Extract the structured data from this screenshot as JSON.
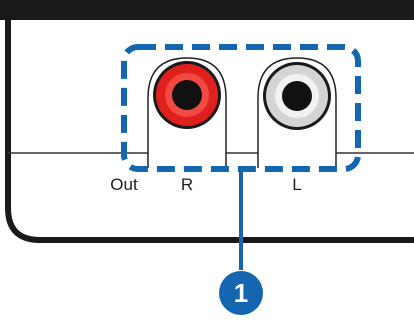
{
  "panel": {
    "output_label": "Out",
    "right_label": "R",
    "left_label": "L"
  },
  "callout": {
    "number": "1"
  },
  "colors": {
    "outline": "#1a1a1a",
    "callout_blue": "#1466b0",
    "right_jack_ring": "#e0201c",
    "left_jack_ring": "#c8c8c8",
    "jack_hole": "#111111"
  }
}
